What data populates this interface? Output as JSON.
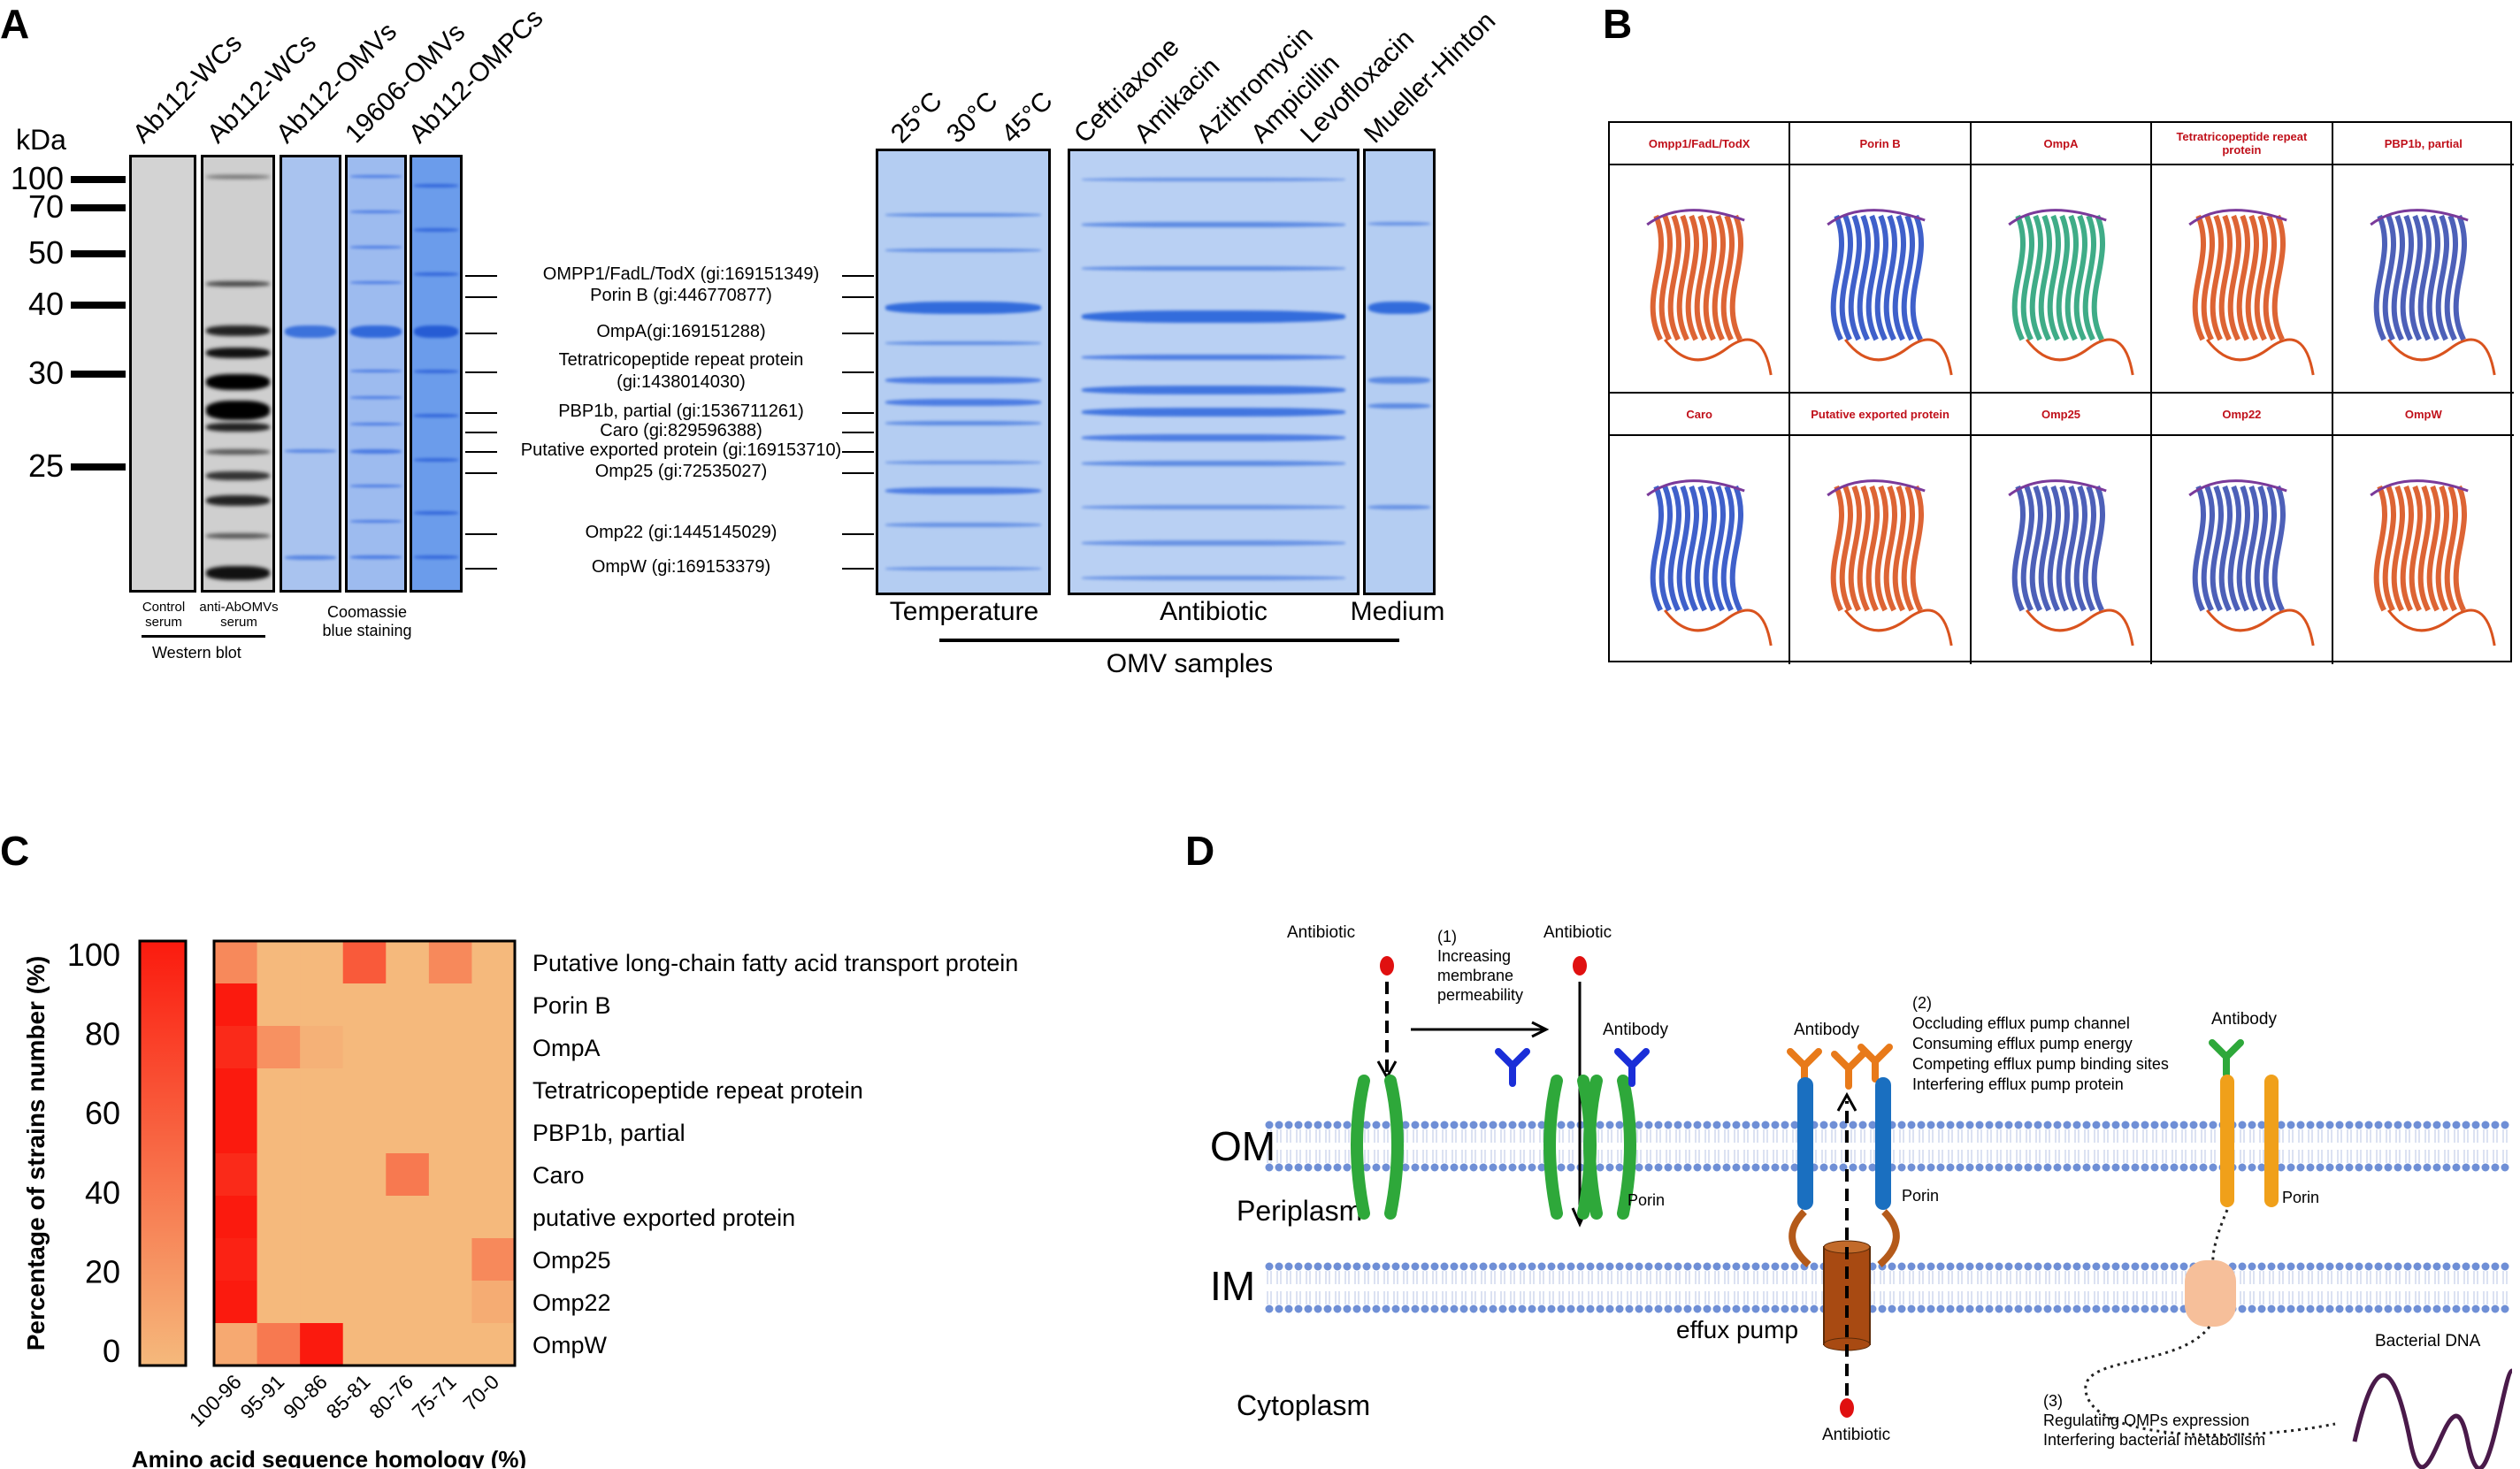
{
  "panels": {
    "a": "A",
    "b": "B",
    "c": "C",
    "d": "D"
  },
  "panel_a": {
    "kda_label": "kDa",
    "markers": [
      "100",
      "70",
      "50",
      "40",
      "30",
      "25"
    ],
    "lanes_left": [
      "Ab112-WCs",
      "Ab112-WCs",
      "Ab112-OMVs",
      "19606-OMVs",
      "Ab112-OMPCs"
    ],
    "lanes_temperature": [
      "25°C",
      "30°C",
      "45°C"
    ],
    "lanes_antibiotic": [
      "Ceftriaxone",
      "Amikacin",
      "Azithromycin",
      "Ampicillin",
      "Levofloxacin"
    ],
    "lanes_medium": [
      "Mueller-Hinton"
    ],
    "proteins": [
      "OMPP1/FadL/TodX (gi:169151349)",
      "Porin B (gi:446770877)",
      "OmpA(gi:169151288)",
      "Tetratricopeptide repeat protein",
      "(gi:1438014030)",
      "PBP1b, partial (gi:1536711261)",
      "Caro (gi:829596388)",
      "Putative exported protein (gi:169153710)",
      "Omp25 (gi:72535027)",
      "Omp22 (gi:1445145029)",
      "OmpW (gi:169153379)"
    ],
    "control_serum": [
      "Control",
      "serum"
    ],
    "anti_serum": [
      "anti-AbOMVs",
      "serum"
    ],
    "western_blot": "Western blot",
    "coomassie": [
      "Coomassie",
      "blue staining"
    ],
    "group_temperature": "Temperature",
    "group_antibiotic": "Antibiotic",
    "group_medium": "Medium",
    "omv_samples": "OMV samples"
  },
  "panel_b": {
    "structures": [
      {
        "name": "Ompp1/FadL/TodX",
        "color": "#d9531e"
      },
      {
        "name": "Porin B",
        "color": "#2a4fc4"
      },
      {
        "name": "OmpA",
        "color": "#2aa37a"
      },
      {
        "name": "Tetratricopeptide repeat protein",
        "color": "#d9531e"
      },
      {
        "name": "PBP1b, partial",
        "color": "#3a4fb0"
      },
      {
        "name": "Caro",
        "color": "#2a4fc4"
      },
      {
        "name": "Putative exported protein",
        "color": "#d9531e"
      },
      {
        "name": "Omp25",
        "color": "#3a4fb0"
      },
      {
        "name": "Omp22",
        "color": "#3a4fb0"
      },
      {
        "name": "OmpW",
        "color": "#d9531e"
      }
    ]
  },
  "chart_data": {
    "type": "heatmap",
    "xlabel": "Amino acid sequence homology (%)",
    "ylabel": "Percentage of strains number (%)",
    "colorbar_ticks": [
      "100",
      "80",
      "60",
      "40",
      "20",
      "0"
    ],
    "x_categories": [
      "100-96",
      "95-91",
      "90-86",
      "85-81",
      "80-76",
      "75-71",
      "70-0"
    ],
    "y_categories": [
      "Putative long-chain fatty acid transport protein",
      "Porin B",
      "OmpA",
      "Tetratricopeptide repeat protein",
      "PBP1b, partial",
      "Caro",
      "putative exported protein",
      "Omp25",
      "Omp22",
      "OmpW"
    ],
    "values": [
      [
        30,
        0,
        0,
        60,
        0,
        30,
        0
      ],
      [
        100,
        0,
        0,
        0,
        0,
        0,
        0
      ],
      [
        90,
        25,
        5,
        0,
        0,
        0,
        0
      ],
      [
        100,
        0,
        0,
        0,
        0,
        0,
        0
      ],
      [
        100,
        0,
        0,
        0,
        0,
        0,
        0
      ],
      [
        90,
        0,
        0,
        0,
        40,
        0,
        0
      ],
      [
        100,
        0,
        0,
        0,
        0,
        0,
        0
      ],
      [
        95,
        0,
        0,
        0,
        0,
        0,
        30
      ],
      [
        100,
        0,
        0,
        0,
        0,
        0,
        8
      ],
      [
        10,
        40,
        100,
        0,
        0,
        0,
        0
      ]
    ],
    "vmin": 0,
    "vmax": 100,
    "color_low": "#f5b97c",
    "color_high": "#fb1a0e"
  },
  "panel_d": {
    "om": "OM",
    "im": "IM",
    "periplasm": "Periplasm",
    "cytoplasm": "Cytoplasm",
    "antibiotic": "Antibiotic",
    "antibody": "Antibody",
    "porin": "Porin",
    "effux_pump": "effux pump",
    "mech1": [
      "(1)",
      "Increasing",
      "membrane",
      "permeability"
    ],
    "mech2": [
      "(2)",
      "Occluding efflux pump channel",
      "Consuming efflux pump energy",
      "Competing efflux pump binding sites",
      "Interfering efflux pump protein"
    ],
    "mech3": [
      "(3)",
      "Regulating OMPs expression",
      "Interfering bacterial metabolism"
    ],
    "dna": "Bacterial DNA"
  }
}
